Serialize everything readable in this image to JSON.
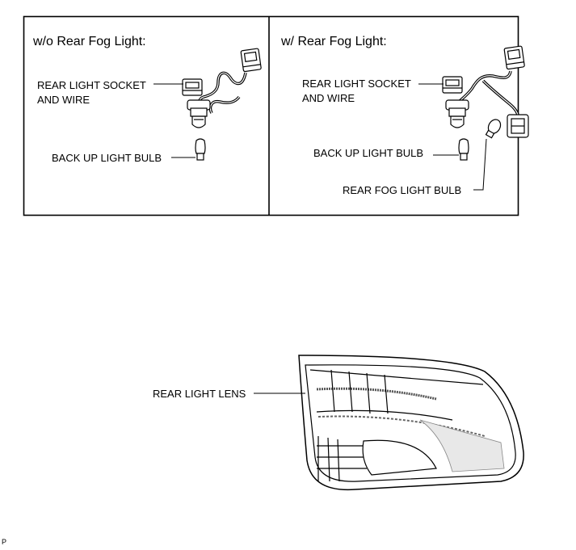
{
  "panels": {
    "left": {
      "title": "w/o Rear Fog Light:",
      "socket_label_line1": "REAR LIGHT SOCKET",
      "socket_label_line2": "AND WIRE",
      "bulb_label": "BACK UP LIGHT BULB"
    },
    "right": {
      "title": "w/ Rear Fog Light:",
      "socket_label_line1": "REAR LIGHT SOCKET",
      "socket_label_line2": "AND WIRE",
      "bulb_label": "BACK UP LIGHT BULB",
      "fog_bulb_label": "REAR FOG LIGHT BULB"
    }
  },
  "lens": {
    "label": "REAR LIGHT LENS"
  },
  "corner_mark": "P"
}
